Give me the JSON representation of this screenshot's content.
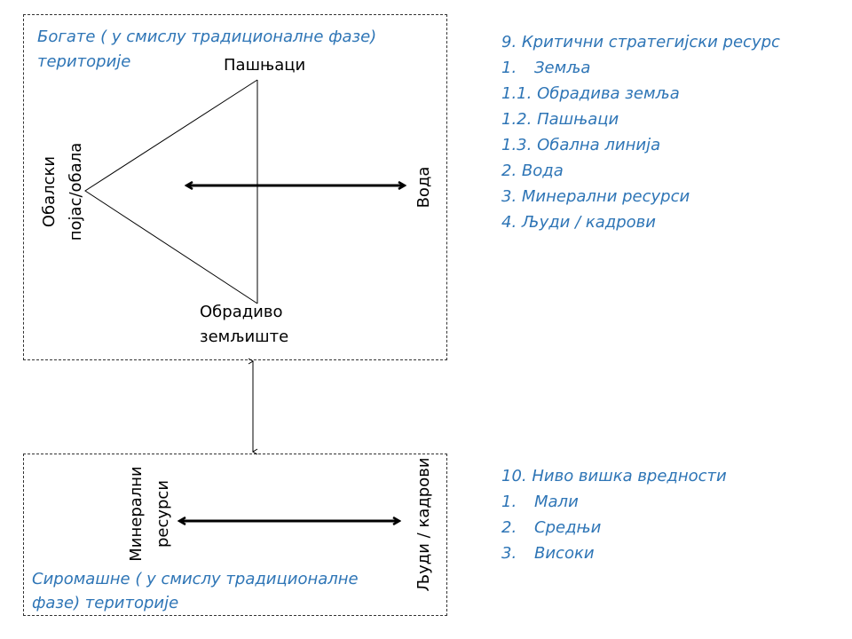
{
  "top_box": {
    "title_line1": "Богате ( у смислу  традиционалне фазе)",
    "title_line2": "територије",
    "top_vertex": "Пашњаци",
    "left_vertex_line1": "Обалски",
    "left_vertex_line2": "појас/обала",
    "bottom_vertex_line1": "Обрадиво",
    "bottom_vertex_line2": "земљиште",
    "arrow_target": "Вода"
  },
  "bottom_box": {
    "left_line1": "Минерални",
    "left_line2": "ресурси",
    "right_label": "Људи / кадрови",
    "title_line1": "Сиромашне ( у смислу  традиционалне",
    "title_line2": "фазе) територије"
  },
  "list1": {
    "title": "9. Критични стратегијски ресурс",
    "items": [
      {
        "num": "1.",
        "text": "Земља"
      },
      {
        "num": "",
        "text": "1.1. Обрадива земља"
      },
      {
        "num": "",
        "text": "1.2. Пашњаци"
      },
      {
        "num": "",
        "text": "1.3. Обална линија"
      },
      {
        "num": "",
        "text": "2. Вода"
      },
      {
        "num": "",
        "text": "3. Минерални ресурси"
      },
      {
        "num": "",
        "text": "4. Људи / кадрови"
      }
    ]
  },
  "list2": {
    "title": "10. Ниво  вишка вредности",
    "items": [
      {
        "num": "1.",
        "text": "Мали"
      },
      {
        "num": "2.",
        "text": "Средњи"
      },
      {
        "num": "3.",
        "text": "Високи"
      }
    ]
  }
}
